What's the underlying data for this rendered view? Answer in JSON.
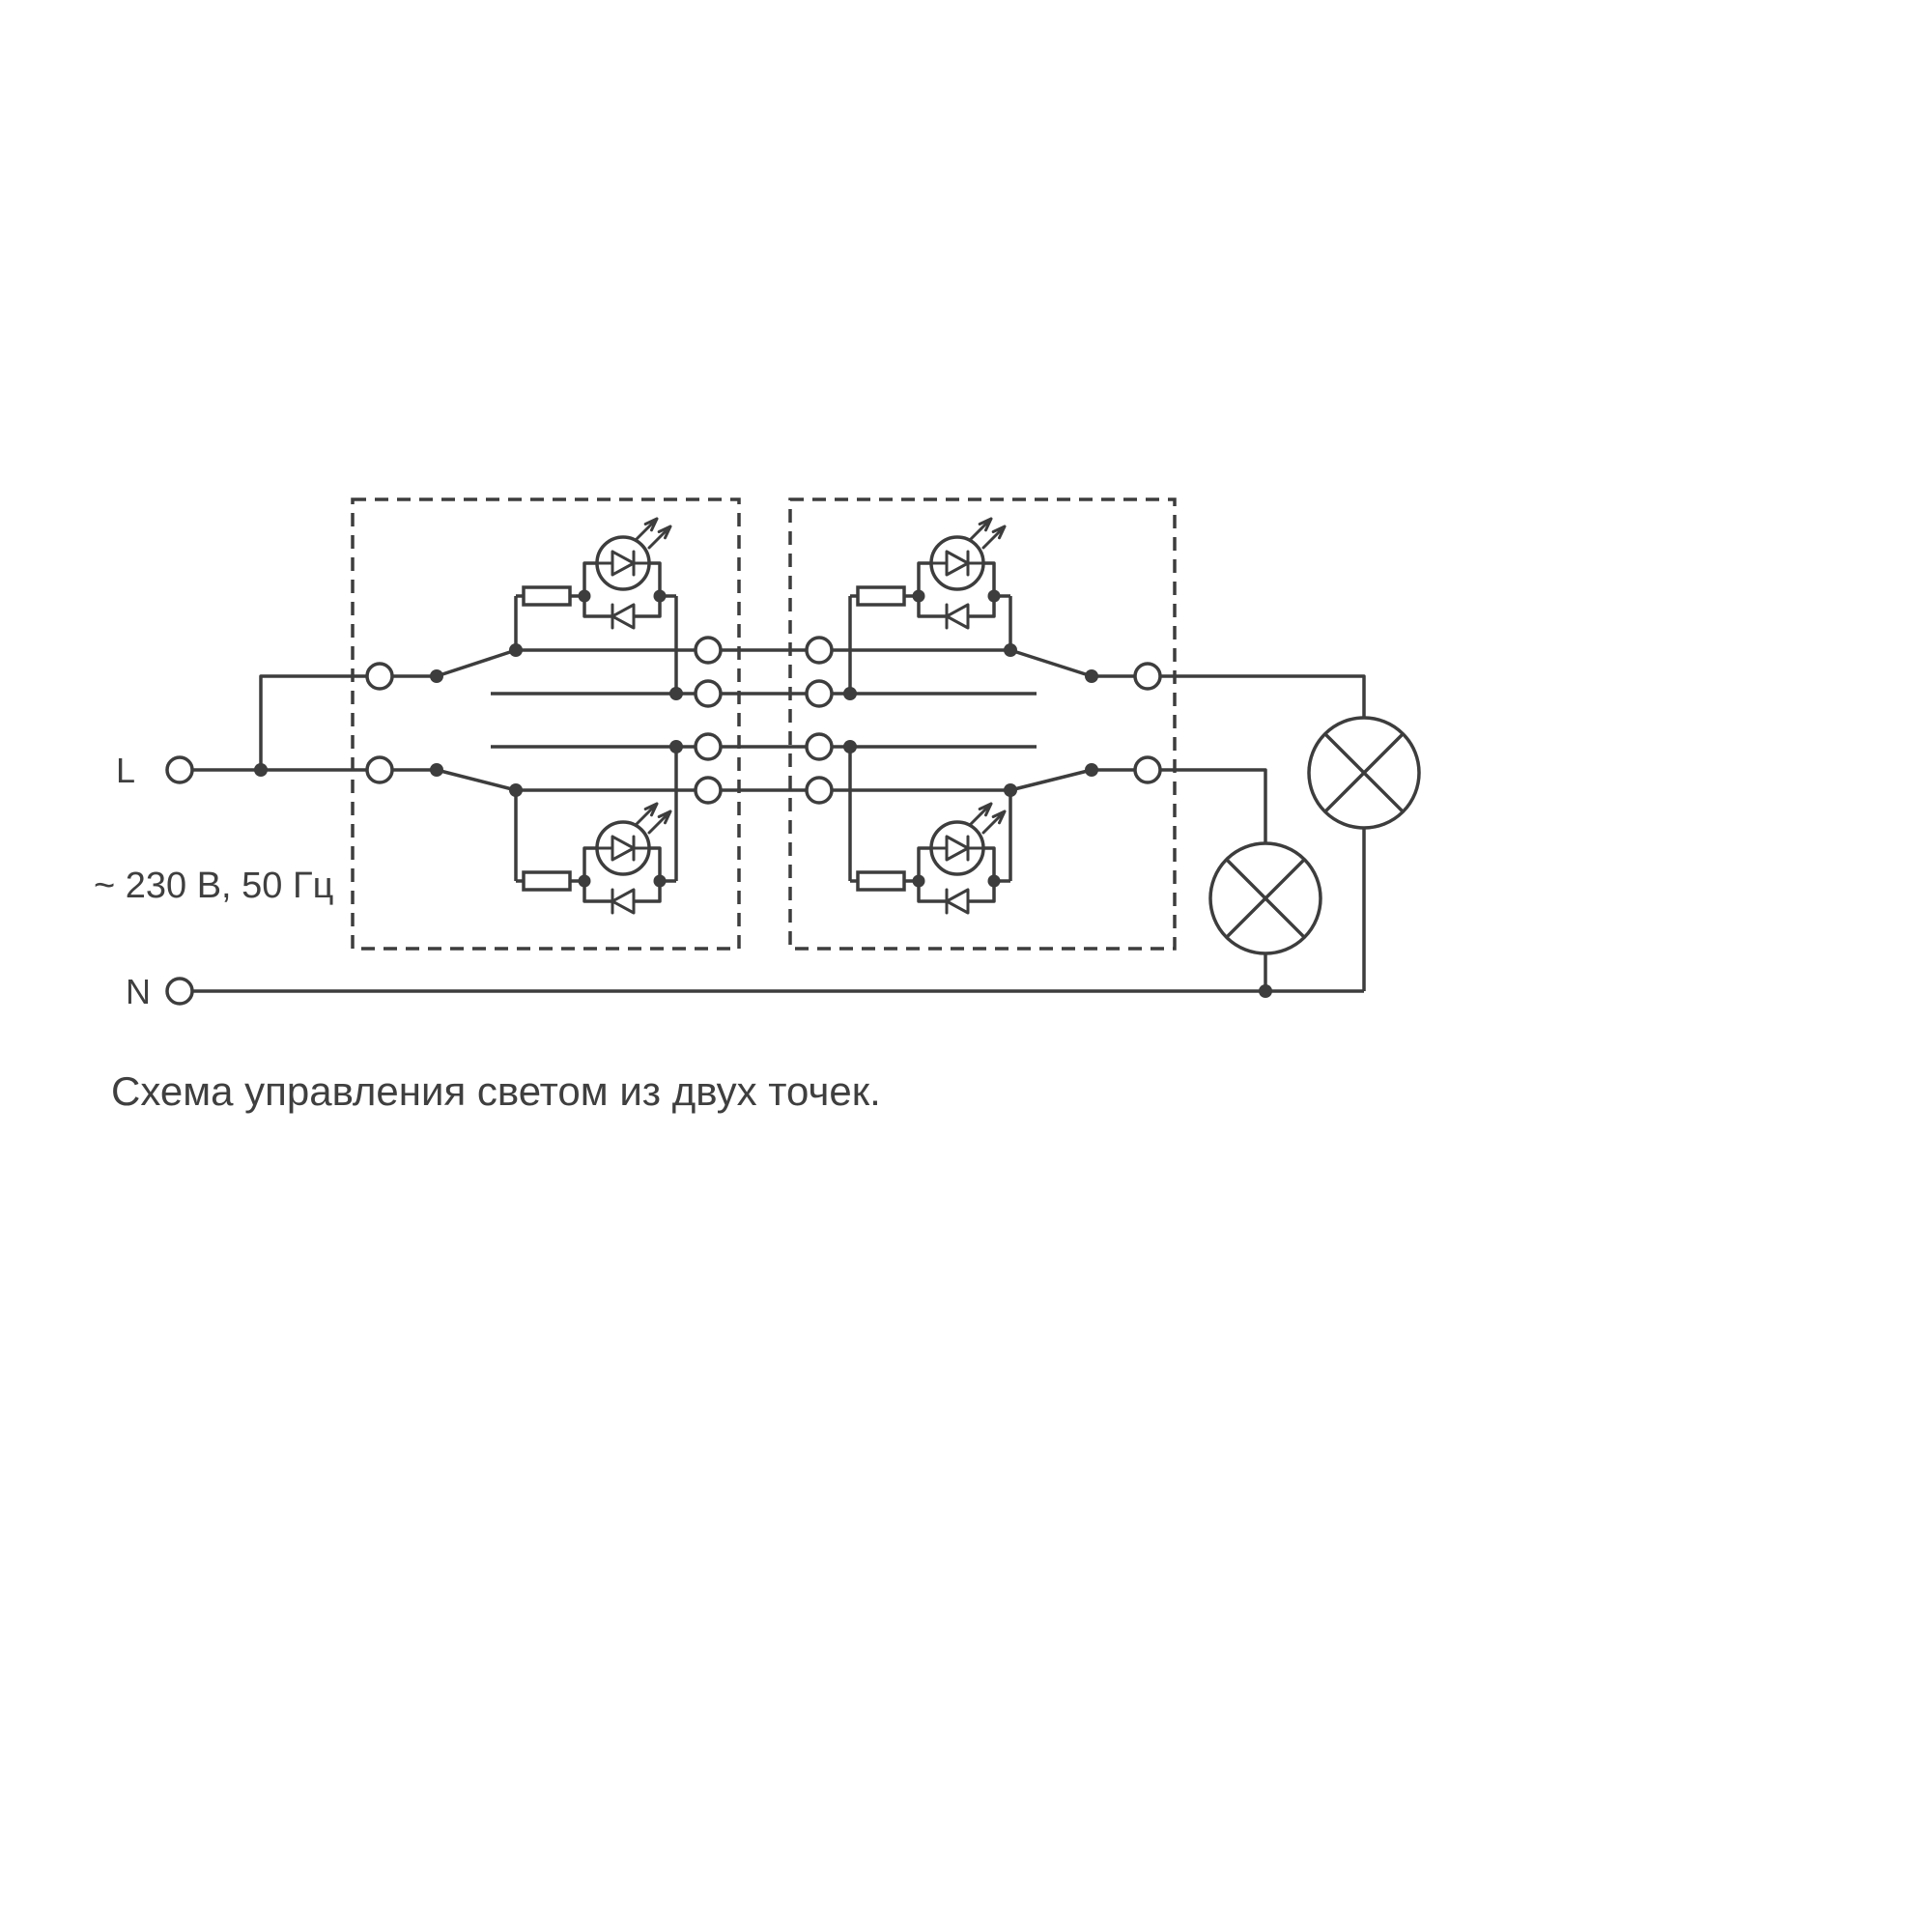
{
  "labels": {
    "line_terminal": "L",
    "neutral_terminal": "N",
    "supply_rating": "~ 230 В, 50 Гц",
    "caption": "Схема управления светом из двух точек."
  },
  "colors": {
    "stroke": "#3d3d3d",
    "background": "#ffffff"
  }
}
